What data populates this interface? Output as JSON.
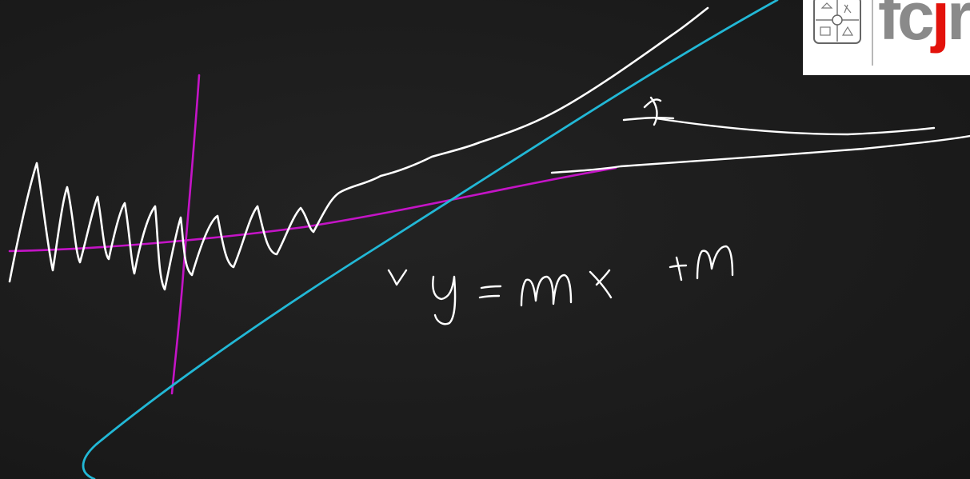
{
  "board": {
    "background": "#1b1b1b",
    "ink_colors": {
      "white": "#ffffff",
      "magenta": "#c414c6",
      "cyan": "#22b8d6"
    }
  },
  "annotations": {
    "equation": "y = mx + n"
  },
  "logo": {
    "text_left": "fc",
    "text_accent": "j",
    "text_right": "r",
    "accent_color": "#e3120b",
    "text_color": "#8a8a8a"
  }
}
